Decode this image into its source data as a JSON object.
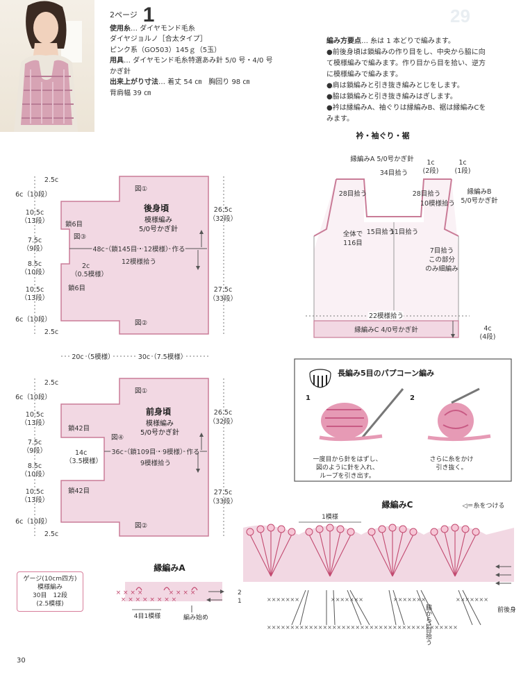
{
  "header": {
    "page_label": "2ページ",
    "model_number": "1",
    "yarn_label": "使用糸",
    "yarn_brand": "… ダイヤモンド毛糸",
    "yarn_name": "ダイヤジョルノ［合太タイプ］",
    "yarn_color": "ピンク系（GO503）145ｇ（5玉）",
    "tools_label": "用具",
    "tools_value": "… ダイヤモンド毛糸特選あみ針 5/0 号・4/0 号",
    "tools_value_2": "かぎ針",
    "size_label": "出来上がり寸法",
    "size_value": "… 着丈 54 ㎝　胸回り 98 ㎝",
    "size_value_2": "背肩幅 39 ㎝"
  },
  "notes": {
    "label": "編み方要点",
    "intro": "… 糸は 1 本どりで編みます。",
    "lines": [
      "●前後身頃は鎖編みの作り目をし、中央から脇に向",
      "て模様編みで編みます。作り目から目を拾い、逆方",
      "に模様編みで編みます。",
      "●肩は鎖編みと引き抜き編みとじをします。",
      "●脇は鎖編みと引き抜き編みはぎします。",
      "●衿は縁編みA、袖ぐりは縁編みB、裾は縁編みCを",
      "みます。"
    ]
  },
  "back": {
    "title": "後身頃",
    "pattern": "模様編み",
    "hook": "5/0号かぎ針",
    "chain_row": "48c（鎖145目・12模様）作る",
    "pick_row": "12模様拾う",
    "left_dims": [
      "2.5c",
      "6c（10段）",
      "10.5c",
      "（13段）",
      "7.5c",
      "（9段）",
      "8.5c",
      "（10段）",
      "10.5c",
      "（13段）",
      "6c（10段）",
      "2.5c"
    ],
    "armhole_top": "鎖6目",
    "armhole_bottom": "鎖6目",
    "armhole_width": "2c",
    "armhole_width_2": "（0.5模様）",
    "marker1": "図①",
    "marker2": "図②",
    "marker3": "図③",
    "right_top": "26.5c",
    "right_top_2": "（32段）",
    "right_bottom": "27.5c",
    "right_bottom_2": "（33段）"
  },
  "widths": {
    "left": "20c（5模様）",
    "right": "30c（7.5模様）"
  },
  "front": {
    "title": "前身頃",
    "pattern": "模様編み",
    "hook": "5/0号かぎ針",
    "chain_row": "36c（鎖109目・9模様）作る",
    "pick_row": "9模様拾う",
    "left_dims": [
      "2.5c",
      "6c（10段）",
      "10.5c",
      "（13段）",
      "7.5c",
      "（9段）",
      "8.5c",
      "（10段）",
      "10.5c",
      "（13段）",
      "6c（10段）",
      "2.5c"
    ],
    "armhole_top": "鎖42目",
    "armhole_bottom": "鎖42目",
    "armhole_width": "14c",
    "armhole_width_2": "（3.5模様）",
    "marker1": "図①",
    "marker2": "図②",
    "marker4": "図④",
    "right_top": "26.5c",
    "right_top_2": "（32段）",
    "right_bottom": "27.5c",
    "right_bottom_2": "（33段）"
  },
  "edge_a": {
    "title": "縁編みA",
    "repeat": "4目1模様",
    "start": "編み始め",
    "row1": "1",
    "row2": "2"
  },
  "gauge": {
    "line1": "ゲージ(10cm四方)",
    "line2": "模様編み",
    "line3": "30目　12段",
    "line4": "(2.5模様)"
  },
  "collar": {
    "title": "衿・袖ぐり・裾",
    "edge_a": "縁編みA 5/0号かぎ針",
    "pick34": "34目拾う",
    "c1_2": "1c",
    "c1_2b": "(2段)",
    "c1_1": "1c",
    "c1_1b": "(1段)",
    "edge_b": "縁編みB",
    "edge_b_hook": "5/0号かぎ針",
    "pick28a": "28目拾う",
    "pick28b": "28目拾う",
    "pick10": "10模様拾う",
    "total": "全体で",
    "total_2": "116目",
    "pick15": "15目拾う",
    "pick11": "11目拾う",
    "pick7": "7目拾う",
    "only_here": "この部分",
    "only_here_2": "のみ細編み",
    "pick22": "22模様拾う",
    "edge_c": "縁編みC 4/0号かぎ針",
    "hem_dim": "4c",
    "hem_dim_2": "(4段)"
  },
  "popcorn": {
    "title": "長編み5目のパプコーン編み",
    "step1": "1",
    "step2": "2",
    "step1_text": [
      "一度目から針をはずし、",
      "図のように針を入れ、",
      "ループを引き出す。"
    ],
    "step2_text": [
      "さらに糸をかけ",
      "引き抜く。"
    ]
  },
  "edge_c": {
    "title": "縁編みC",
    "legend": "◁＝糸をつける",
    "repeat": "1模様",
    "side_pick": "脇から1目拾う",
    "back_label": "前後身"
  },
  "page_number": "30",
  "corner_mark": "29",
  "colors": {
    "fill": "#f2d8e3",
    "stroke": "#c97b97",
    "accent": "#c2496f",
    "line": "#555555"
  }
}
